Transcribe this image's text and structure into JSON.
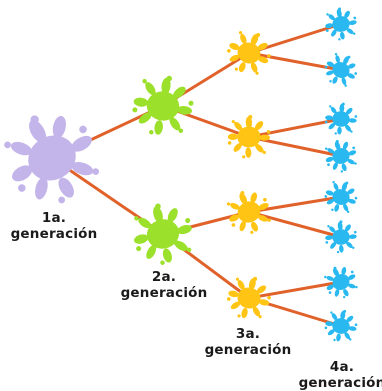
{
  "colors": {
    "link": "#e0622a",
    "generation_1": "#c3b5ea",
    "generation_2": "#9be02a",
    "generation_3": "#ffc414",
    "generation_4": "#29b9f0"
  },
  "labels": {
    "generation_1": {
      "number": "1a.",
      "word": "generación"
    },
    "generation_2": {
      "number": "2a.",
      "word": "generación"
    },
    "generation_3": {
      "number": "3a.",
      "word": "generación"
    },
    "generation_4": {
      "number": "4a.",
      "word": "generación"
    }
  }
}
